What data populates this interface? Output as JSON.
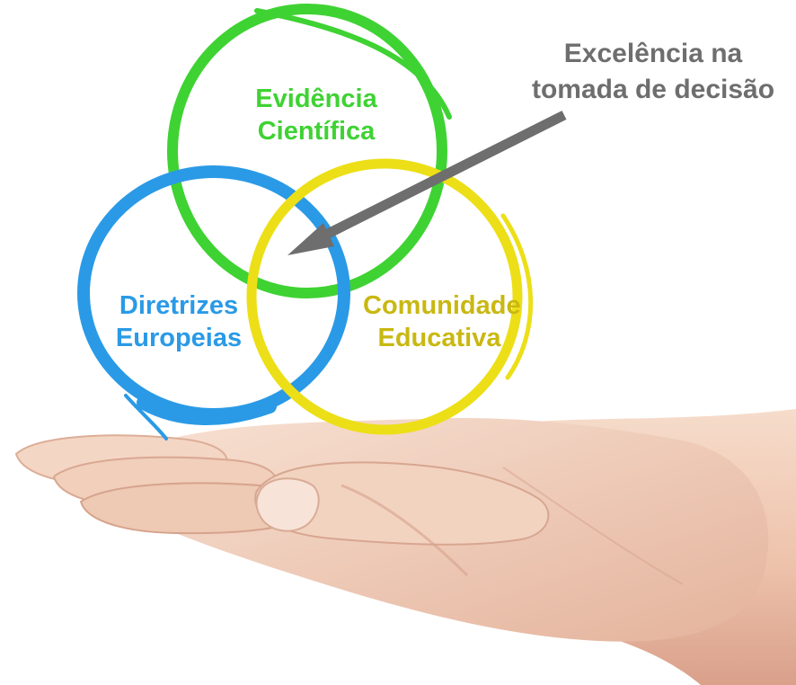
{
  "colors": {
    "green": "#3fd233",
    "blue": "#2a9ae6",
    "yellow": "#ecdf17",
    "arrow": "#6e6e6e",
    "community_text": "#c9b811",
    "skin_light": "#f3d2bf",
    "skin_mid": "#e6b59d",
    "skin_shadow": "#c98e76"
  },
  "circles": {
    "evidence": {
      "line1": "Evidência",
      "line2": "Científica",
      "color_key": "green"
    },
    "guidelines": {
      "line1": "Diretrizes",
      "line2": "Europeias",
      "color_key": "blue"
    },
    "community": {
      "line1": "Comunidade",
      "line2": "Educativa",
      "color_key": "yellow"
    }
  },
  "callout": {
    "line1": "Excelência na",
    "line2": "tomada de decisão"
  },
  "image": {
    "subject": "open-palm-hand"
  }
}
